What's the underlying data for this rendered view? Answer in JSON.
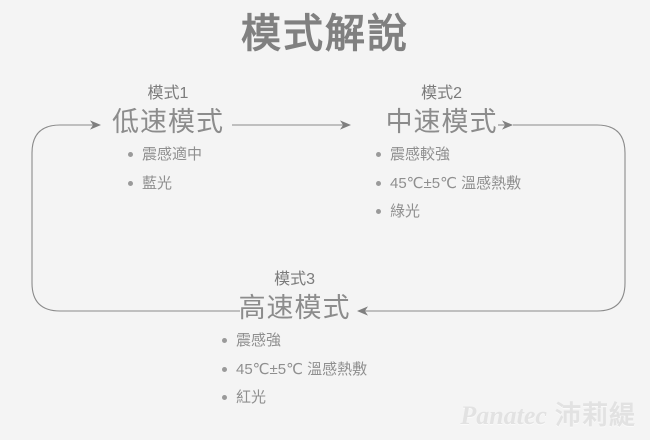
{
  "page": {
    "title": "模式解說",
    "background_color": "#f4f4f4",
    "text_color": "#8c8c8c",
    "line_color": "#8a8a8a"
  },
  "modes": [
    {
      "index_label": "模式1",
      "name": "低速模式",
      "bullets": [
        "震感適中",
        "藍光"
      ]
    },
    {
      "index_label": "模式2",
      "name": "中速模式",
      "bullets": [
        "震感較強",
        "45℃±5℃ 溫感熱敷",
        "綠光"
      ]
    },
    {
      "index_label": "模式3",
      "name": "高速模式",
      "bullets": [
        "震感強",
        "45℃±5℃ 溫感熱敷",
        "紅光"
      ]
    }
  ],
  "watermark": {
    "brand_latin": "Panatec",
    "brand_cjk": "沛莉緹"
  }
}
